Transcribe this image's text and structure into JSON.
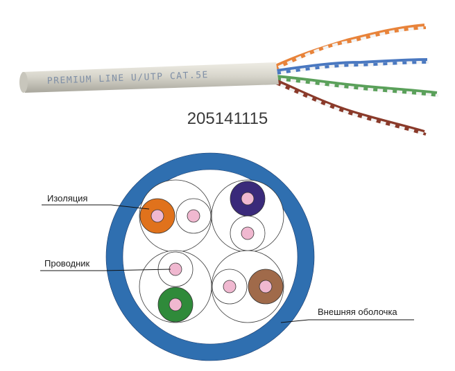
{
  "cable_print": "PREMIUM LINE U/UTP CAT.5E",
  "part_number": "205141115",
  "labels": {
    "insulation": "Изоляция",
    "conductor": "Проводник",
    "outer_jacket": "Внешняя оболочка"
  },
  "colors": {
    "jacket": "#2f6fb0",
    "cable_body": "#d8d6cc",
    "print": "#7f8fa6",
    "orange": "#e0721c",
    "blue": "#3a2a7a",
    "green": "#2f8a3a",
    "brown": "#a06a4a",
    "copper": "#f0b8d0",
    "wire_orange": "#e8833a",
    "wire_blue": "#4a78c0",
    "wire_green": "#5aa05a",
    "wire_brown": "#8a3a2a"
  }
}
